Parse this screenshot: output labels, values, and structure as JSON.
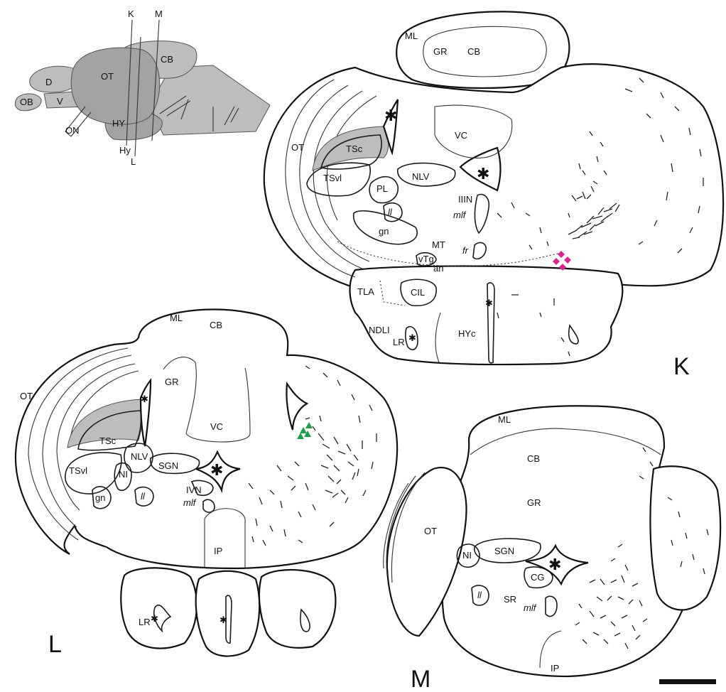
{
  "overview": {
    "section_lines": [
      "K",
      "M"
    ],
    "regions": [
      "OT",
      "CB",
      "D",
      "V",
      "OB",
      "ON",
      "HY"
    ],
    "bottom_labels": [
      "Hy",
      "L"
    ]
  },
  "panel_k": {
    "panel_label": "K",
    "labels": {
      "ML": "ML",
      "GR": "GR",
      "CB": "CB",
      "OT": "OT",
      "TSc": "TSc",
      "TSvl": "TSvl",
      "VC": "VC",
      "PL": "PL",
      "NLV": "NLV",
      "IIIN": "IIIN",
      "ll": "ll",
      "mlf": "mlf",
      "gn": "gn",
      "MT": "MT",
      "fr": "fr",
      "vTg": "vTg",
      "an": "an",
      "TLA": "TLA",
      "CIL": "CIL",
      "NDLI": "NDLI",
      "LR": "LR",
      "HYc": "HYc"
    },
    "marker_color": "#d6288f"
  },
  "panel_l": {
    "panel_label": "L",
    "labels": {
      "ML": "ML",
      "CB": "CB",
      "GR": "GR",
      "VC": "VC",
      "OT": "OT",
      "TSc": "TSc",
      "TSvl": "TSvl",
      "NLV": "NLV",
      "NI": "NI",
      "gn": "gn",
      "SGN": "SGN",
      "ll": "ll",
      "IVN": "IVN",
      "mlf": "mlf",
      "IP": "IP",
      "LR": "LR"
    },
    "marker_color": "#1e9e4a"
  },
  "panel_m": {
    "panel_label": "M",
    "labels": {
      "ML": "ML",
      "CB": "CB",
      "GR": "GR",
      "OT": "OT",
      "NI": "NI",
      "SGN": "SGN",
      "CG": "CG",
      "ll": "ll",
      "SR": "SR",
      "mlf": "mlf",
      "IP": "IP"
    }
  },
  "symbols": {
    "ventricle": "✱"
  }
}
